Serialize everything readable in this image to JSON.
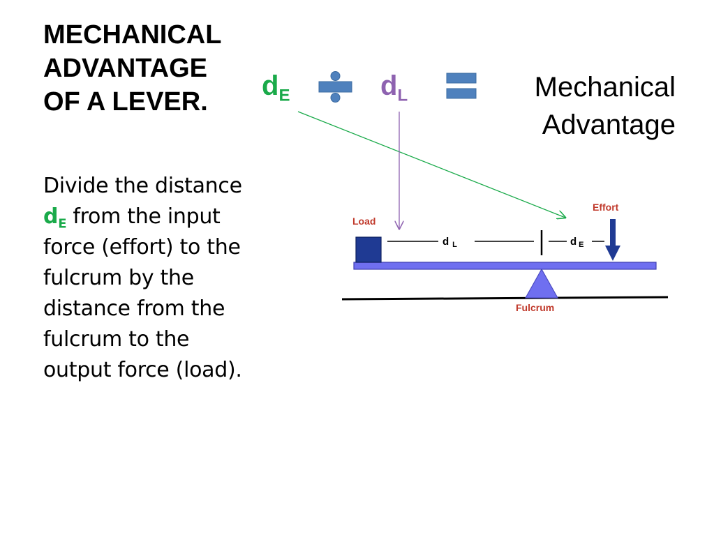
{
  "title_lines": [
    "MECHANICAL",
    "ADVANTAGE",
    "OF A LEVER."
  ],
  "body": {
    "before": "Divide the distance ",
    "symbol_main": "d",
    "symbol_sub": "E",
    "after": " from the input force (effort) to the fulcrum by the distance  from the fulcrum to the output force (load)."
  },
  "formula": {
    "effort_distance": {
      "main": "d",
      "sub": "E"
    },
    "load_distance": {
      "main": "d",
      "sub": "L"
    },
    "divide_icon": "divide-sign-icon",
    "equals_icon": "equals-sign-icon",
    "result_lines": [
      "Mechanical",
      "Advantage"
    ]
  },
  "lever": {
    "load_label": "Load",
    "effort_label": "Effort",
    "fulcrum_label": "Fulcrum",
    "dl_label": "d",
    "dl_sub": "L",
    "de_label": "d",
    "de_sub": "E"
  },
  "colors": {
    "effort_green": "#1aaa4a",
    "load_purple": "#8e62b0",
    "lever_fill": "#6f6ff0",
    "sign_fill": "#4f81bd",
    "load_box": "#1f3a93",
    "effort_arrow": "#1f3a93",
    "label_red": "#c0392b"
  }
}
